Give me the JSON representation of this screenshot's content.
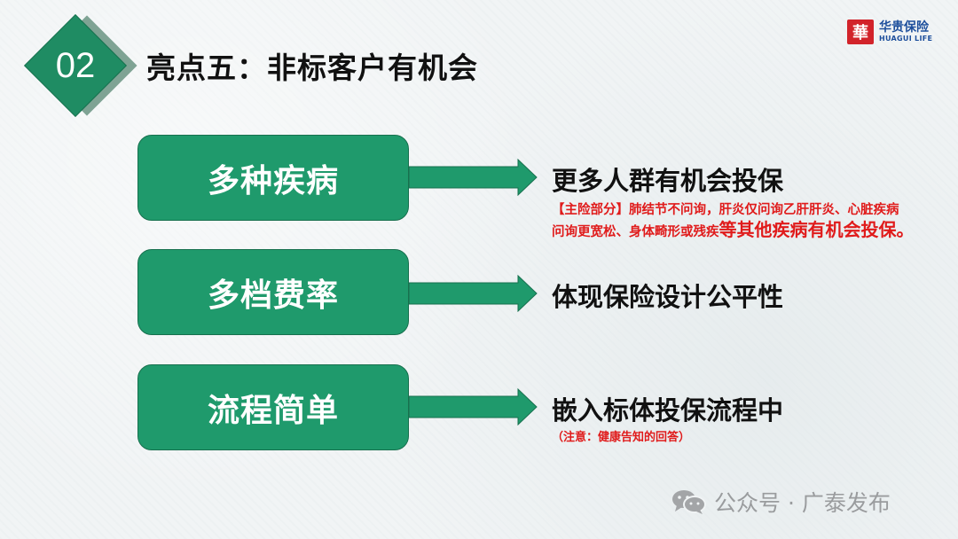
{
  "header": {
    "section_number": "02",
    "title": "亮点五：非标客户有机会"
  },
  "logo": {
    "mark": "華",
    "name_cn": "华贵保险",
    "name_en": "HUAGUI LIFE"
  },
  "items": [
    {
      "label": "多种疾病",
      "point": "更多人群有机会投保",
      "note_line1": "【主险部分】肺结节不问询，肝炎仅问询乙肝肝炎、心脏疾病",
      "note_line2_small": "问询更宽松、身体畸形或残疾",
      "note_line2_big": "等其他疾病有机会投保。"
    },
    {
      "label": "多档费率",
      "point": "体现保险设计公平性"
    },
    {
      "label": "流程简单",
      "point": "嵌入标体投保流程中",
      "note": "（注意：健康告知的回答）"
    }
  ],
  "watermark": {
    "icon": "wechat-icon",
    "text": "公众号 · 广泰发布"
  },
  "colors": {
    "green": "#1f9a6c",
    "diamond_green": "#1f8c63",
    "shadow": "#7fa394",
    "red": "#e01b1b",
    "logo_red": "#d2232a",
    "logo_blue": "#1d4f9c"
  }
}
